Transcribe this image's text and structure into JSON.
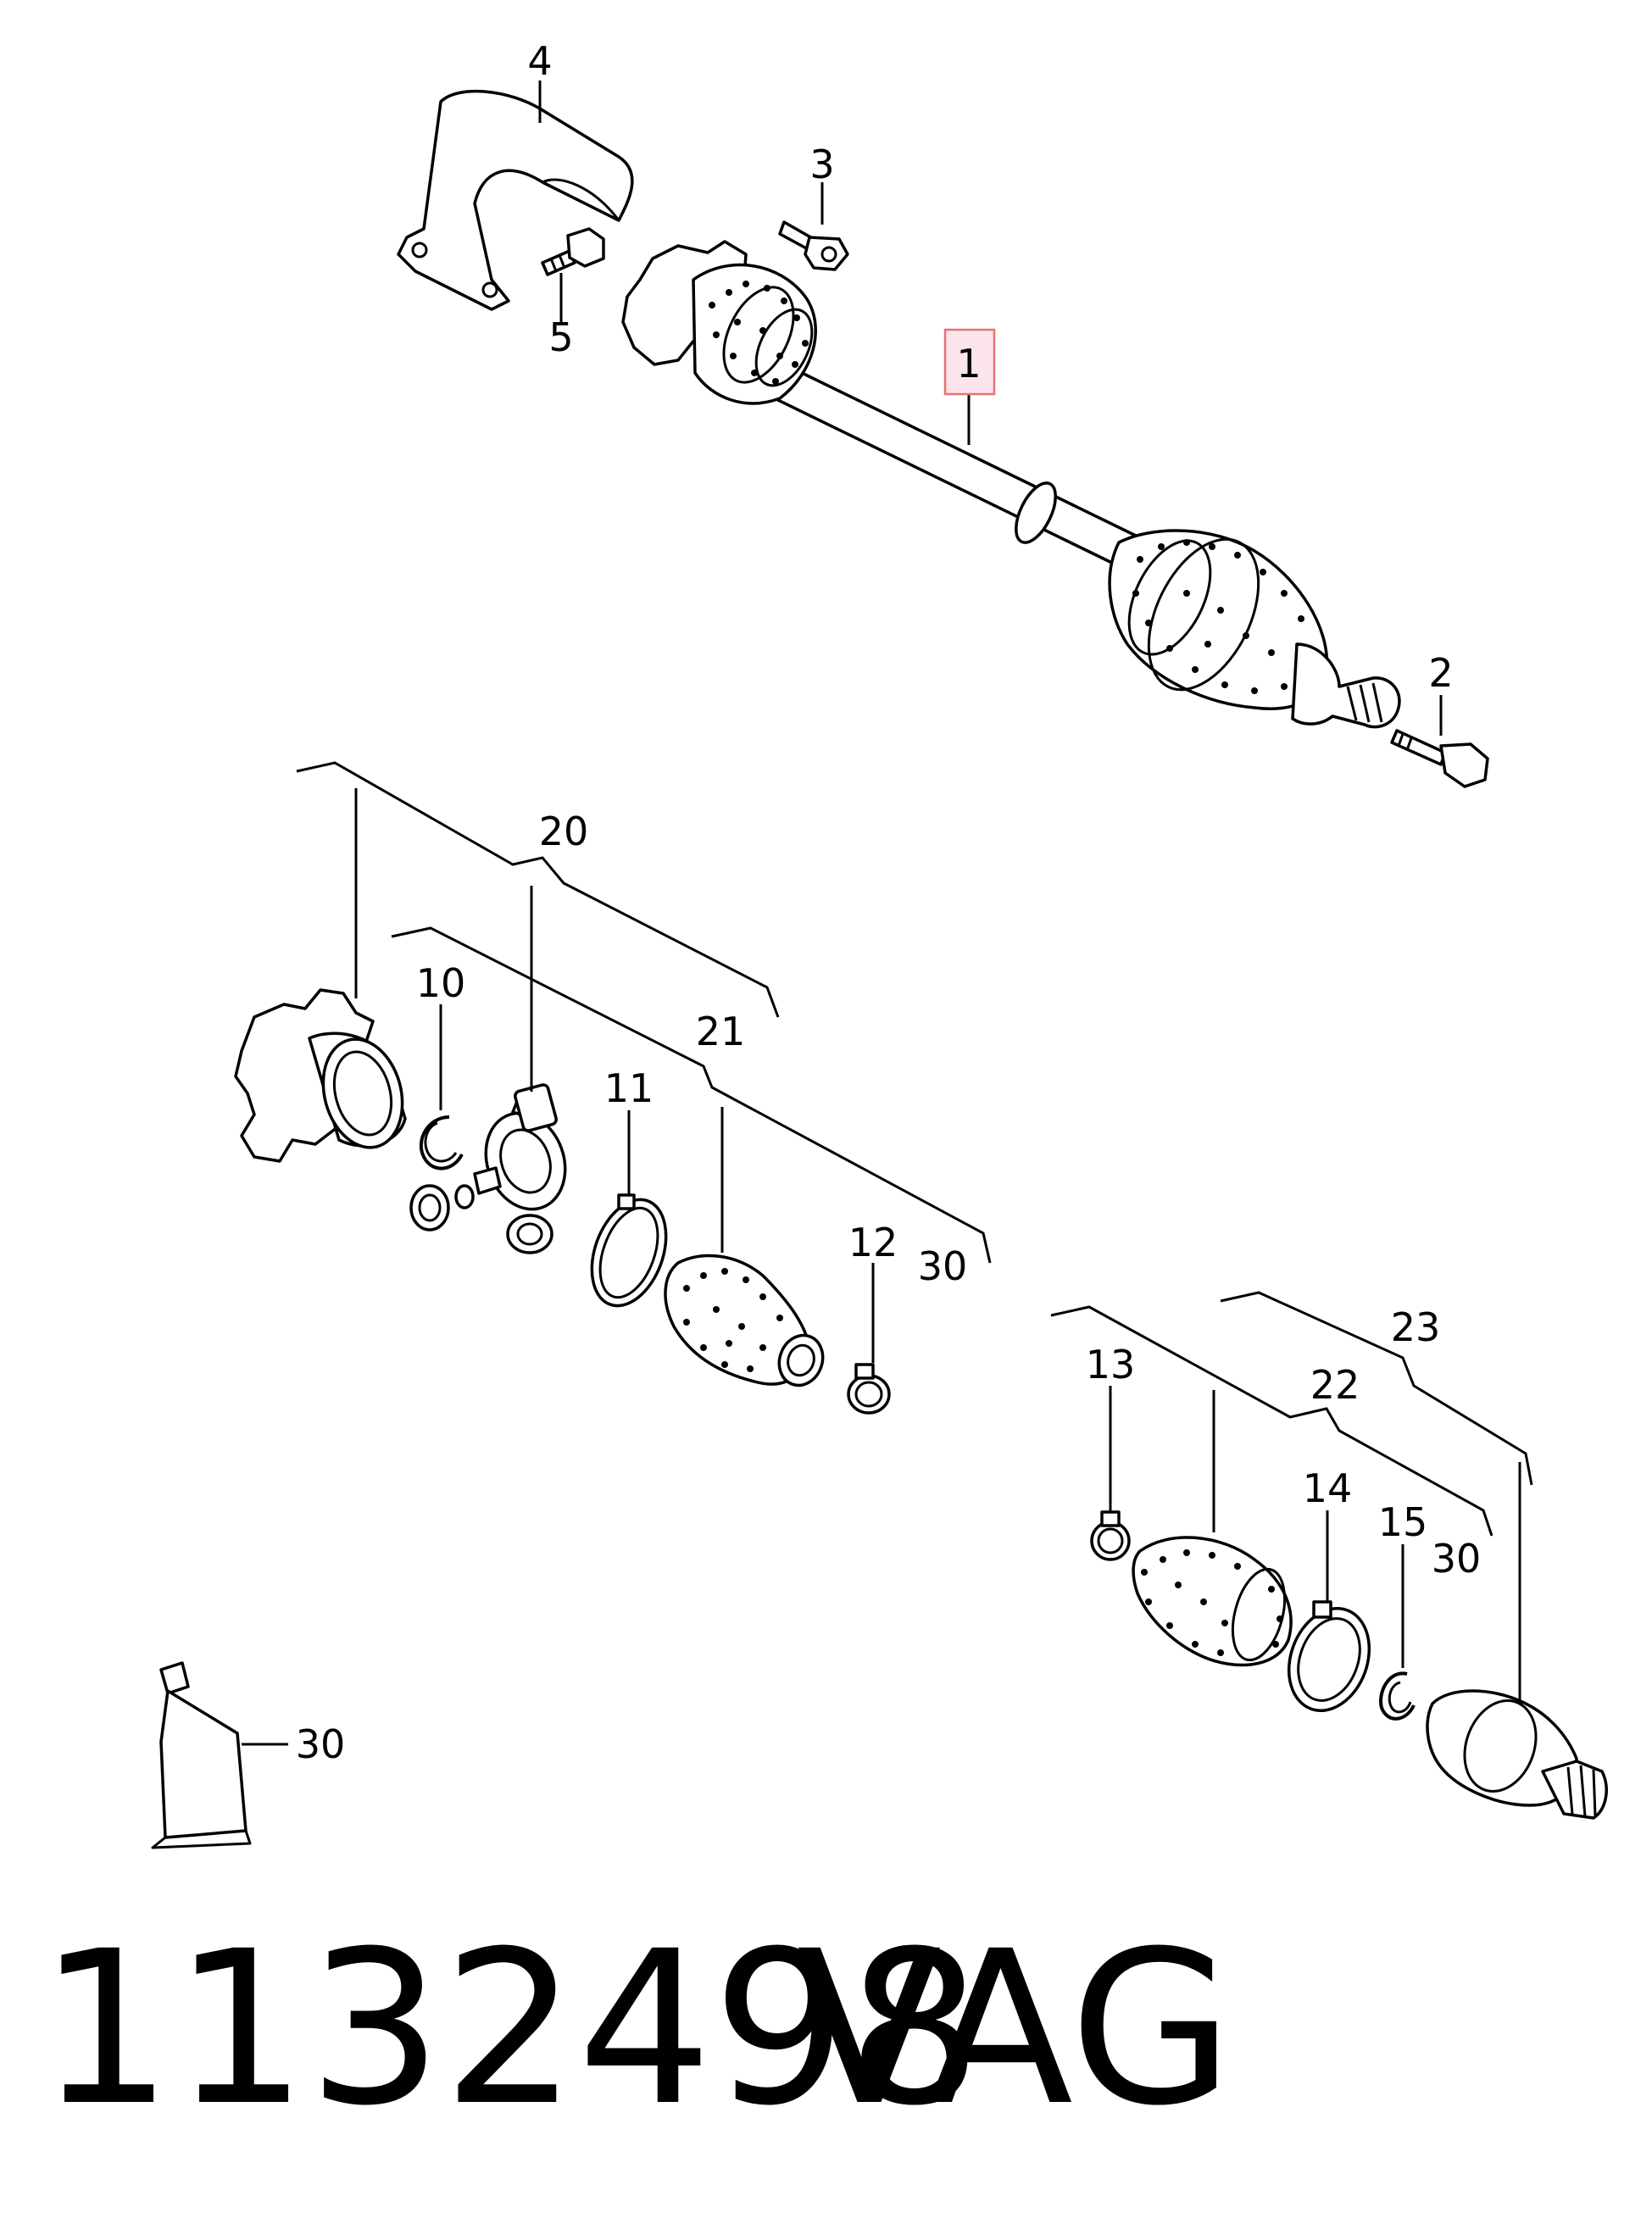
{
  "callouts": [
    {
      "id": "1",
      "text": "1"
    },
    {
      "id": "2",
      "text": "2"
    },
    {
      "id": "3",
      "text": "3"
    },
    {
      "id": "4",
      "text": "4"
    },
    {
      "id": "5",
      "text": "5"
    },
    {
      "id": "10",
      "text": "10"
    },
    {
      "id": "11",
      "text": "11"
    },
    {
      "id": "12",
      "text": "12"
    },
    {
      "id": "13",
      "text": "13"
    },
    {
      "id": "14",
      "text": "14"
    },
    {
      "id": "15",
      "text": "15"
    },
    {
      "id": "20",
      "text": "20"
    },
    {
      "id": "21",
      "text": "21"
    },
    {
      "id": "22",
      "text": "22"
    },
    {
      "id": "23",
      "text": "23"
    },
    {
      "id": "30a",
      "text": "30"
    },
    {
      "id": "30b",
      "text": "30"
    },
    {
      "id": "30c",
      "text": "30"
    }
  ],
  "highlight": {
    "callout": "1",
    "fill": "#fce4ec",
    "stroke": "#e57373"
  },
  "footer": {
    "part_number": "1132498",
    "brand": "VAG"
  }
}
